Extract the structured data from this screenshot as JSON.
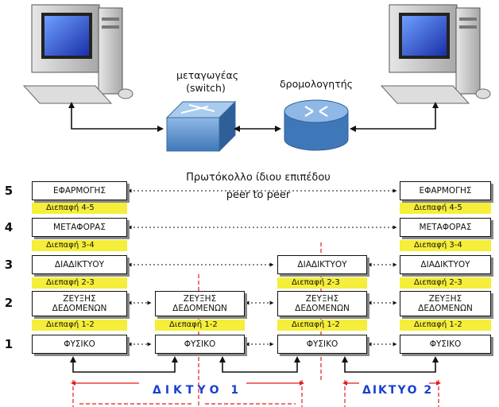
{
  "top": {
    "switch_label_1": "μεταγωγέας",
    "switch_label_2": "(switch)",
    "router_label": "δρομολογητής"
  },
  "protocol": {
    "line1": "Πρωτόκολλο ίδιου επιπέδου",
    "line2": "peer to peer"
  },
  "levels": [
    "5",
    "4",
    "3",
    "2",
    "1"
  ],
  "layers": {
    "application": "ΕΦΑΡΜΟΓΗΣ",
    "transport": "ΜΕΤΑΦΟΡΑΣ",
    "network": "ΔΙΑΔΙΚΤΥΟΥ",
    "datalink_1": "ΖΕΥΞΗΣ",
    "datalink_2": "ΔΕΔΟΜΕΝΩΝ",
    "physical": "ΦΥΣΙΚΟ"
  },
  "interfaces": {
    "i45": "Διεπαφή 4-5",
    "i34": "Διεπαφή 3-4",
    "i23": "Διεπαφή 2-3",
    "i12": "Διεπαφή 1-2"
  },
  "networks": {
    "net1": "ΔΙΚΤΥΟ 1",
    "net2": "ΔΙΚΤΥΟ 2"
  },
  "colors": {
    "interface": "#f5ee3a",
    "network_label": "#1a3fd1",
    "network_line": "#e31b1b",
    "device_blue": "#4a86c8"
  }
}
